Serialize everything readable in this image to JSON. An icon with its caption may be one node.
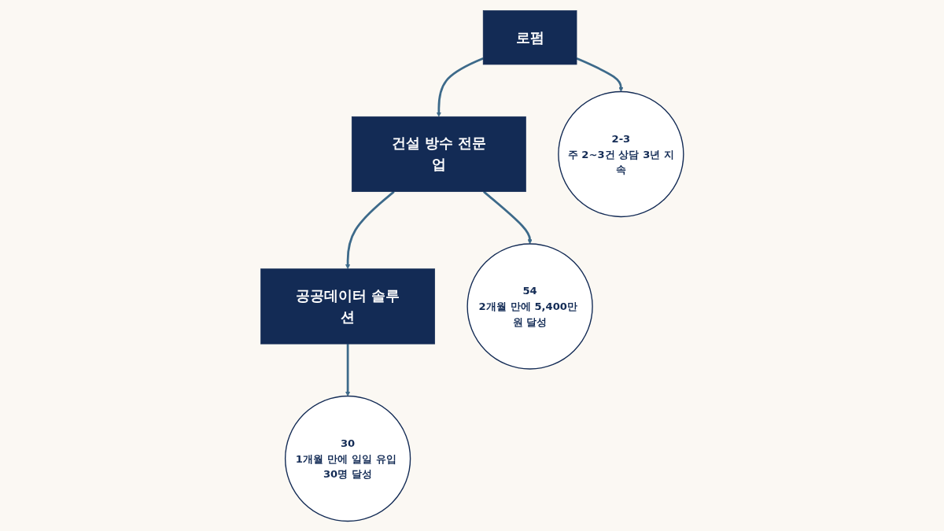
{
  "diagram": {
    "nodes": [
      {
        "text": [
          "로펌"
        ]
      },
      {
        "text": [
          "건설 방수 전문업"
        ]
      },
      {
        "text": [
          "공공데이터 솔루션"
        ]
      },
      {
        "text": [
          "2-3",
          "주 2~3건 상담 3년 지속"
        ]
      },
      {
        "text": [
          "54",
          "2개월 만에 5,400만 원 달성"
        ]
      },
      {
        "text": [
          "30",
          "1개월 만에 일일 유입 30명 달성"
        ]
      }
    ],
    "edges": [
      {
        "from": 0,
        "to": 1,
        "arrow": "to"
      },
      {
        "from": 1,
        "to": 2,
        "arrow": "to"
      },
      {
        "from": 0,
        "to": 3,
        "arrow": "to"
      },
      {
        "from": 1,
        "to": 4,
        "arrow": "to"
      },
      {
        "from": 2,
        "to": 5,
        "arrow": "to"
      }
    ]
  }
}
